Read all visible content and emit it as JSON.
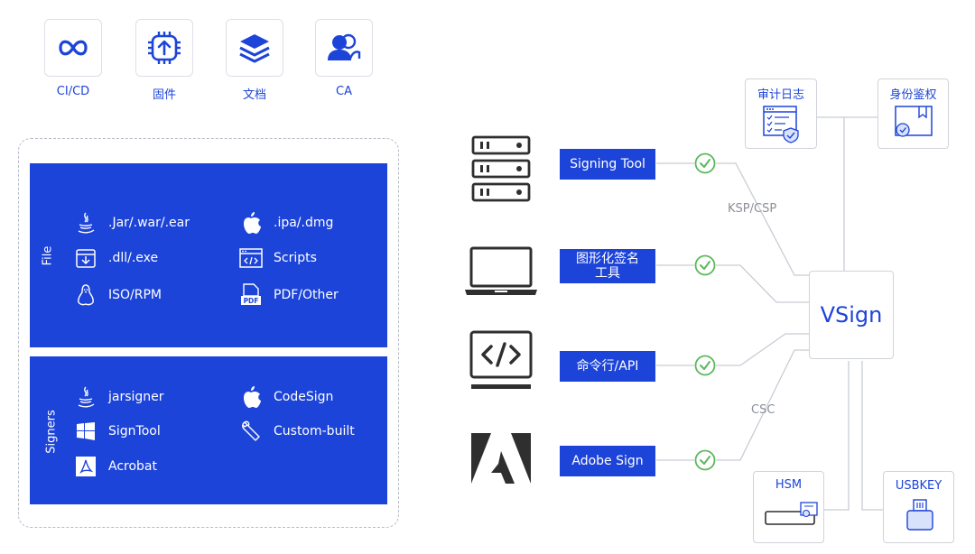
{
  "top_cards": [
    {
      "label": "CI/CD",
      "icon": "infinity-icon"
    },
    {
      "label": "固件",
      "icon": "chip-upload-icon"
    },
    {
      "label": "文档",
      "icon": "layers-icon"
    },
    {
      "label": "CA",
      "icon": "users-icon"
    }
  ],
  "file_panel": {
    "label": "File",
    "items": [
      {
        "text": ".Jar/.war/.ear",
        "icon": "java-icon"
      },
      {
        "text": ".ipa/.dmg",
        "icon": "apple-icon"
      },
      {
        "text": ".dll/.exe",
        "icon": "download-box-icon"
      },
      {
        "text": "Scripts",
        "icon": "code-window-icon"
      },
      {
        "text": "ISO/RPM",
        "icon": "linux-icon"
      },
      {
        "text": "PDF/Other",
        "icon": "pdf-icon"
      }
    ]
  },
  "signers_panel": {
    "label": "Signers",
    "items": [
      {
        "text": "jarsigner",
        "icon": "java-icon"
      },
      {
        "text": "CodeSign",
        "icon": "apple-icon"
      },
      {
        "text": "SignTool",
        "icon": "windows-icon"
      },
      {
        "text": "Custom-built",
        "icon": "wrench-icon"
      },
      {
        "text": "Acrobat",
        "icon": "acrobat-icon"
      }
    ]
  },
  "tools": [
    {
      "label": "Signing Tool",
      "device": "server-icon"
    },
    {
      "label": "图形化签名\n工具",
      "device": "laptop-icon"
    },
    {
      "label": "命令行/API",
      "device": "code-monitor-icon"
    },
    {
      "label": "Adobe Sign",
      "device": "adobe-icon"
    }
  ],
  "connections": {
    "ksp": "KSP/CSP",
    "csc": "CSC"
  },
  "center": {
    "label": "VSign"
  },
  "right_boxes": {
    "audit": "审计日志",
    "identity": "身份鉴权",
    "hsm": "HSM",
    "usbkey": "USBKEY"
  },
  "colors": {
    "brand": "#1d44d8",
    "check": "#5cb85c",
    "line": "#c8ccd4"
  }
}
